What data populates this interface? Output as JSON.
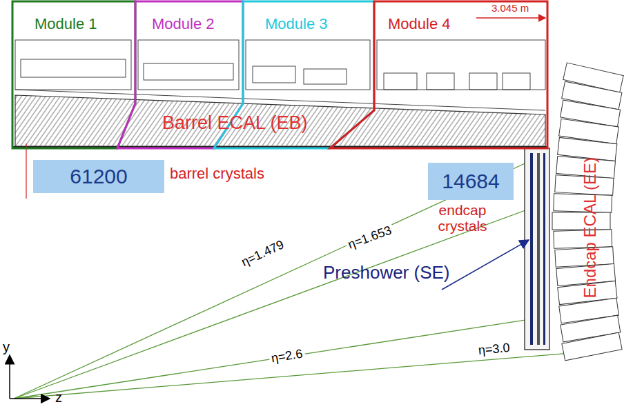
{
  "diagram": {
    "nodes": [
      {
        "text": [
          "Module 1"
        ]
      },
      {
        "text": [
          "Module 2"
        ]
      },
      {
        "text": [
          "Module 3"
        ]
      },
      {
        "text": [
          "Module 4"
        ]
      },
      {
        "text": [
          "61200"
        ]
      },
      {
        "text": [
          "14684"
        ]
      }
    ],
    "labels": [
      "3.045 m",
      "Barrel ECAL (EB)",
      "barrel crystals",
      "endcap crystals",
      "Preshower (SE)",
      "Endcap ECAL (EE)",
      "η=1.479",
      "η=1.653",
      "η=2.6",
      "η=3.0",
      "y",
      "z"
    ]
  }
}
